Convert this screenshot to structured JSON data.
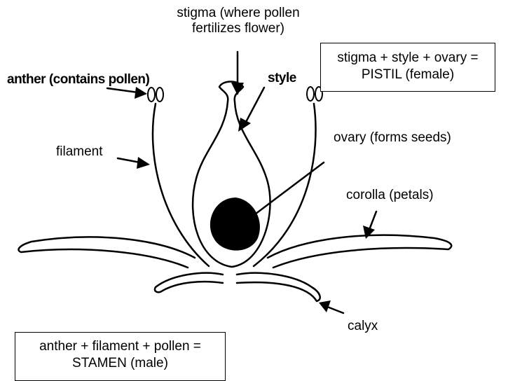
{
  "labels": {
    "stigma_line1": "stigma (where pollen",
    "stigma_line2": "fertilizes flower)",
    "anther": "anther (contains pollen)",
    "style": "style",
    "filament": "filament",
    "ovary": "ovary (forms seeds)",
    "corolla": "corolla (petals)",
    "calyx": "calyx"
  },
  "pistil_box": {
    "line1": "stigma + style + ovary =",
    "line2": "PISTIL (female)"
  },
  "stamen_box": {
    "line1": "anther + filament + pollen =",
    "line2": "STAMEN (male)"
  }
}
